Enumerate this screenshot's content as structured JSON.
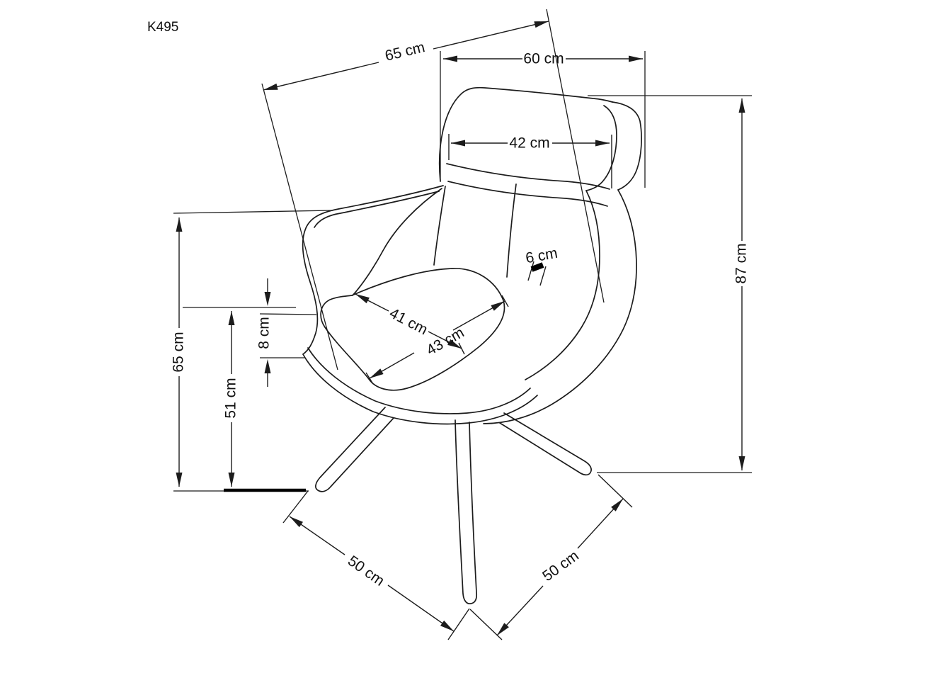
{
  "page": {
    "background_color": "#ffffff",
    "line_color": "#1c1c1c"
  },
  "header": {
    "model_label": "K495"
  },
  "figure": {
    "description": "Technical dimension line drawing of a swivel tub armchair with four splayed legs, three-quarter view",
    "dimensions": {
      "depth_diagonal": {
        "value": "65 cm",
        "measures": "overall depth, diagonal dimension across top"
      },
      "overall_width": {
        "value": "60 cm",
        "measures": "overall width across backrest"
      },
      "backrest_width": {
        "value": "42 cm",
        "measures": "backrest cushion width"
      },
      "overall_height": {
        "value": "87 cm",
        "measures": "floor to top of backrest, right side"
      },
      "armrest_height": {
        "value": "65 cm",
        "measures": "floor to armrest top, left side"
      },
      "seat_height": {
        "value": "51 cm",
        "measures": "floor to seat surface"
      },
      "cushion_thickness": {
        "value": "8 cm",
        "measures": "seat cushion thickness"
      },
      "gap_seat_to_shell": {
        "value": "6 cm",
        "measures": "gap between seat and shell edge"
      },
      "seat_width": {
        "value": "41 cm",
        "measures": "seat cushion width"
      },
      "seat_depth": {
        "value": "43 cm",
        "measures": "seat cushion depth"
      },
      "base_span_left": {
        "value": "50 cm",
        "measures": "leg base span, front-left"
      },
      "base_span_right": {
        "value": "50 cm",
        "measures": "leg base span, front-right"
      }
    }
  }
}
